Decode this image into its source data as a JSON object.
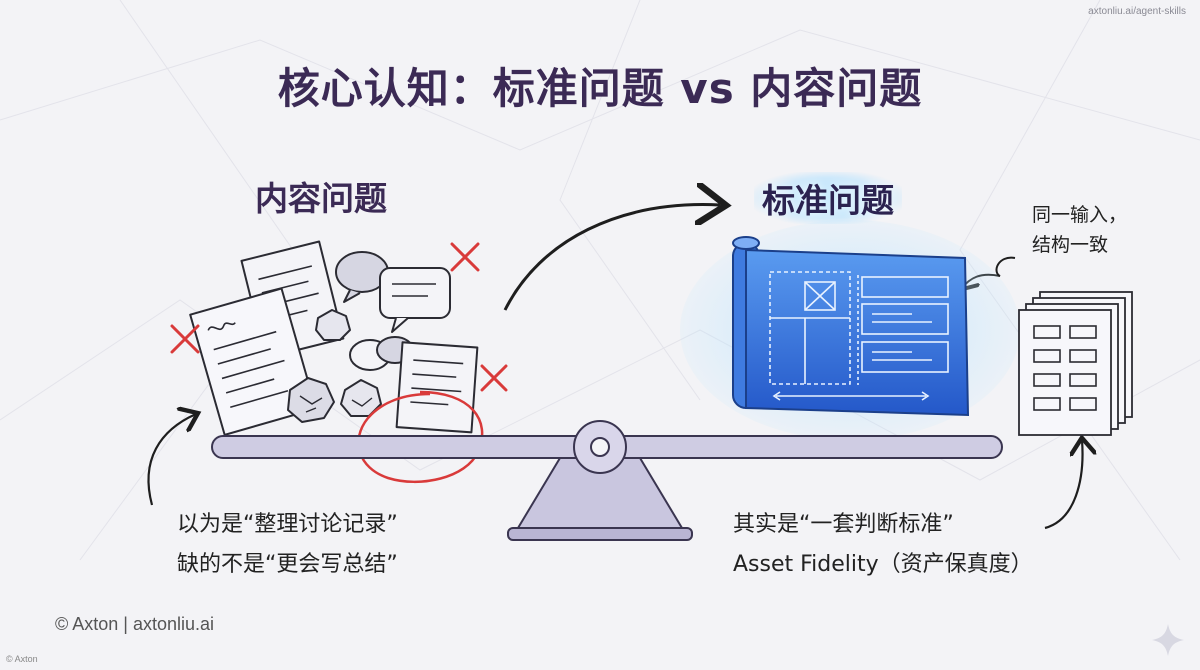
{
  "watermark_url": "axtonliu.ai/agent-skills",
  "title": "核心认知：标准问题 vs 内容问题",
  "left_heading": "内容问题",
  "right_heading": "标准问题",
  "right_note": [
    "同一输入，",
    "结构一致"
  ],
  "left_caption": [
    "以为是“整理讨论记录”",
    "缺的不是“更会写总结”"
  ],
  "right_caption": [
    "其实是“一套判断标准”",
    "Asset Fidelity（资产保真度）"
  ],
  "footer": "© Axton | axtonliu.ai",
  "copyright": "© Axton",
  "colors": {
    "title": "#3b2a55",
    "blueprint": "#2f6fd6",
    "glow": "#aee0ff",
    "red_mark": "#d93a3a",
    "scale": "#c9c6df"
  },
  "icons": [
    "cross-mark-icon",
    "blueprint-icon",
    "document-stack-icon",
    "speech-bubble-icon",
    "crumpled-paper-icon",
    "arrow-icon",
    "sparkle-icon"
  ]
}
